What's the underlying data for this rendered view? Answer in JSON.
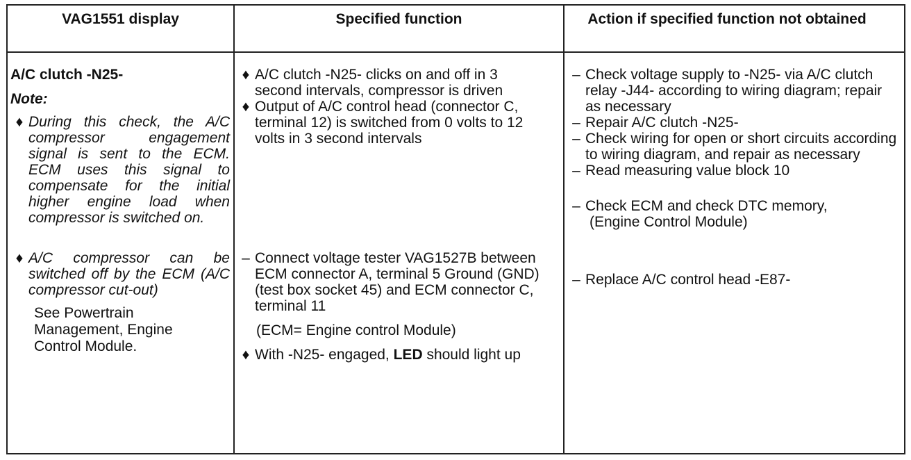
{
  "headers": {
    "col1": "VAG1551 display",
    "col2": "Specified function",
    "col3": "Action if specified function not obtained"
  },
  "col1": {
    "component": "A/C clutch -N25-",
    "note_label": "Note:",
    "bullet1": "During this check, the A/C compressor engagement signal is sent to the ECM. ECM uses this signal to compensate for the initial higher engine load when compressor is switched on.",
    "bullet2": "A/C compressor can be switched off by the ECM (A/C compressor cut-out)",
    "see_ref": "See Powertrain Management, Engine Control Module."
  },
  "col2": {
    "item1": "A/C clutch -N25- clicks on and off in 3 second intervals, compressor is driven",
    "item2": "Output of A/C control head (connector C, terminal 12) is switched from 0 volts to 12 volts in 3 second intervals",
    "item3": "Connect voltage tester VAG1527B between ECM connector A, terminal 5 Ground (GND) (test box socket 45) and ECM connector C, terminal 11",
    "item3_note": "(ECM= Engine control Module)",
    "item4_pre": "With -N25- engaged, ",
    "item4_bold": "LED",
    "item4_post": " should light up"
  },
  "col3": {
    "action1": "Check voltage supply to -N25- via A/C clutch relay -J44- according to wiring diagram;  repair as necessary",
    "action2": "Repair A/C clutch -N25-",
    "action3": "Check wiring for open or short circuits according to wiring diagram, and repair as necessary",
    "action4": "Read measuring value block 10",
    "action5": "Check ECM and check DTC memory,",
    "action5_sub": "(Engine Control Module)",
    "action6": "Replace A/C control head -E87-"
  },
  "marks": {
    "bullet": "♦",
    "dash": "–"
  }
}
